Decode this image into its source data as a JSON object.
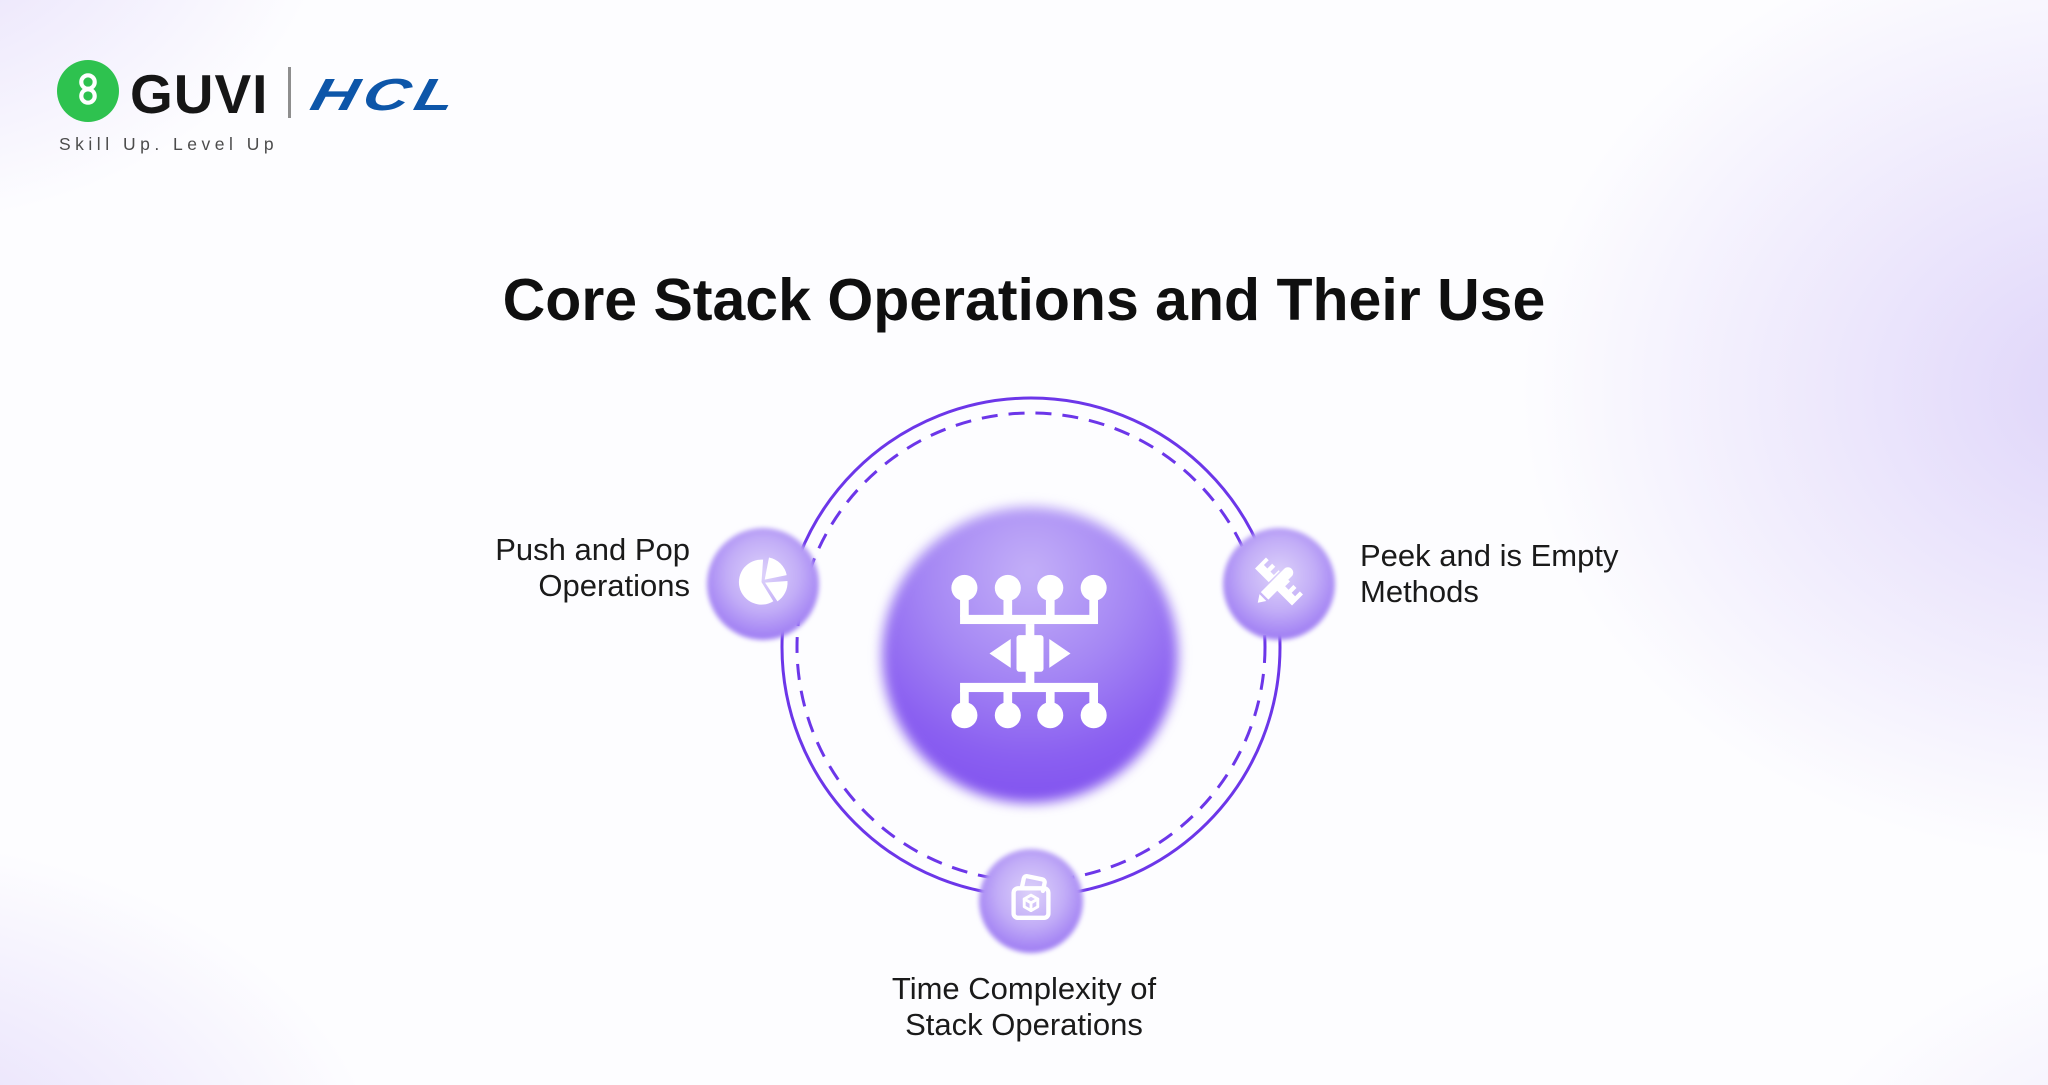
{
  "brand": {
    "guvi_label": "GUVI",
    "hcl_label": "HCL",
    "tagline": "Skill Up. Level Up",
    "guvi_green": "#2ec24f",
    "hcl_blue": "#0d56a9"
  },
  "title": "Core Stack Operations and Their Use",
  "diagram": {
    "accent_purple": "#6c36e9",
    "hub": {
      "icon": "stack-distribution-icon"
    },
    "nodes": [
      {
        "id": "push-pop-operations",
        "position": "left",
        "icon": "pie-chart-icon",
        "label": [
          "Push and Pop",
          "Operations"
        ]
      },
      {
        "id": "peek-isempty-methods",
        "position": "right",
        "icon": "ruler-pencil-icon",
        "label": [
          "Peek and is Empty",
          "Methods"
        ]
      },
      {
        "id": "time-complexity",
        "position": "bottom",
        "icon": "package-cube-icon",
        "label": [
          "Time Complexity of",
          "Stack Operations"
        ]
      }
    ]
  }
}
